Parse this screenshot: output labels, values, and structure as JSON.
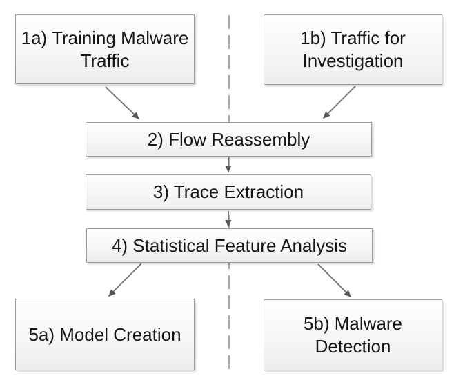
{
  "diagram": {
    "type": "flowchart",
    "nodes": {
      "n1a": {
        "id": "1a",
        "label": "1a) Training Malware Traffic"
      },
      "n1b": {
        "id": "1b",
        "label": "1b) Traffic for Investigation"
      },
      "n2": {
        "id": "2",
        "label": "2) Flow Reassembly"
      },
      "n3": {
        "id": "3",
        "label": "3) Trace Extraction"
      },
      "n4": {
        "id": "4",
        "label": "4) Statistical Feature Analysis"
      },
      "n5a": {
        "id": "5a",
        "label": "5a) Model Creation"
      },
      "n5b": {
        "id": "5b",
        "label": "5b) Malware Detection"
      }
    },
    "edges": [
      {
        "from": "1a",
        "to": "2"
      },
      {
        "from": "1b",
        "to": "2"
      },
      {
        "from": "2",
        "to": "3"
      },
      {
        "from": "3",
        "to": "4"
      },
      {
        "from": "4",
        "to": "5a"
      },
      {
        "from": "4",
        "to": "5b"
      }
    ],
    "divider": {
      "orientation": "vertical",
      "style": "dashed"
    },
    "colors": {
      "background": "#ffffff",
      "box_border": "#9b9b9b",
      "box_fill_top": "#fefefe",
      "box_fill_bottom": "#ededee",
      "edge_stroke": "#6e6e6e",
      "arrowhead_fill": "#565656",
      "divider_stroke": "#a9a9a9",
      "text": "#161616"
    }
  }
}
